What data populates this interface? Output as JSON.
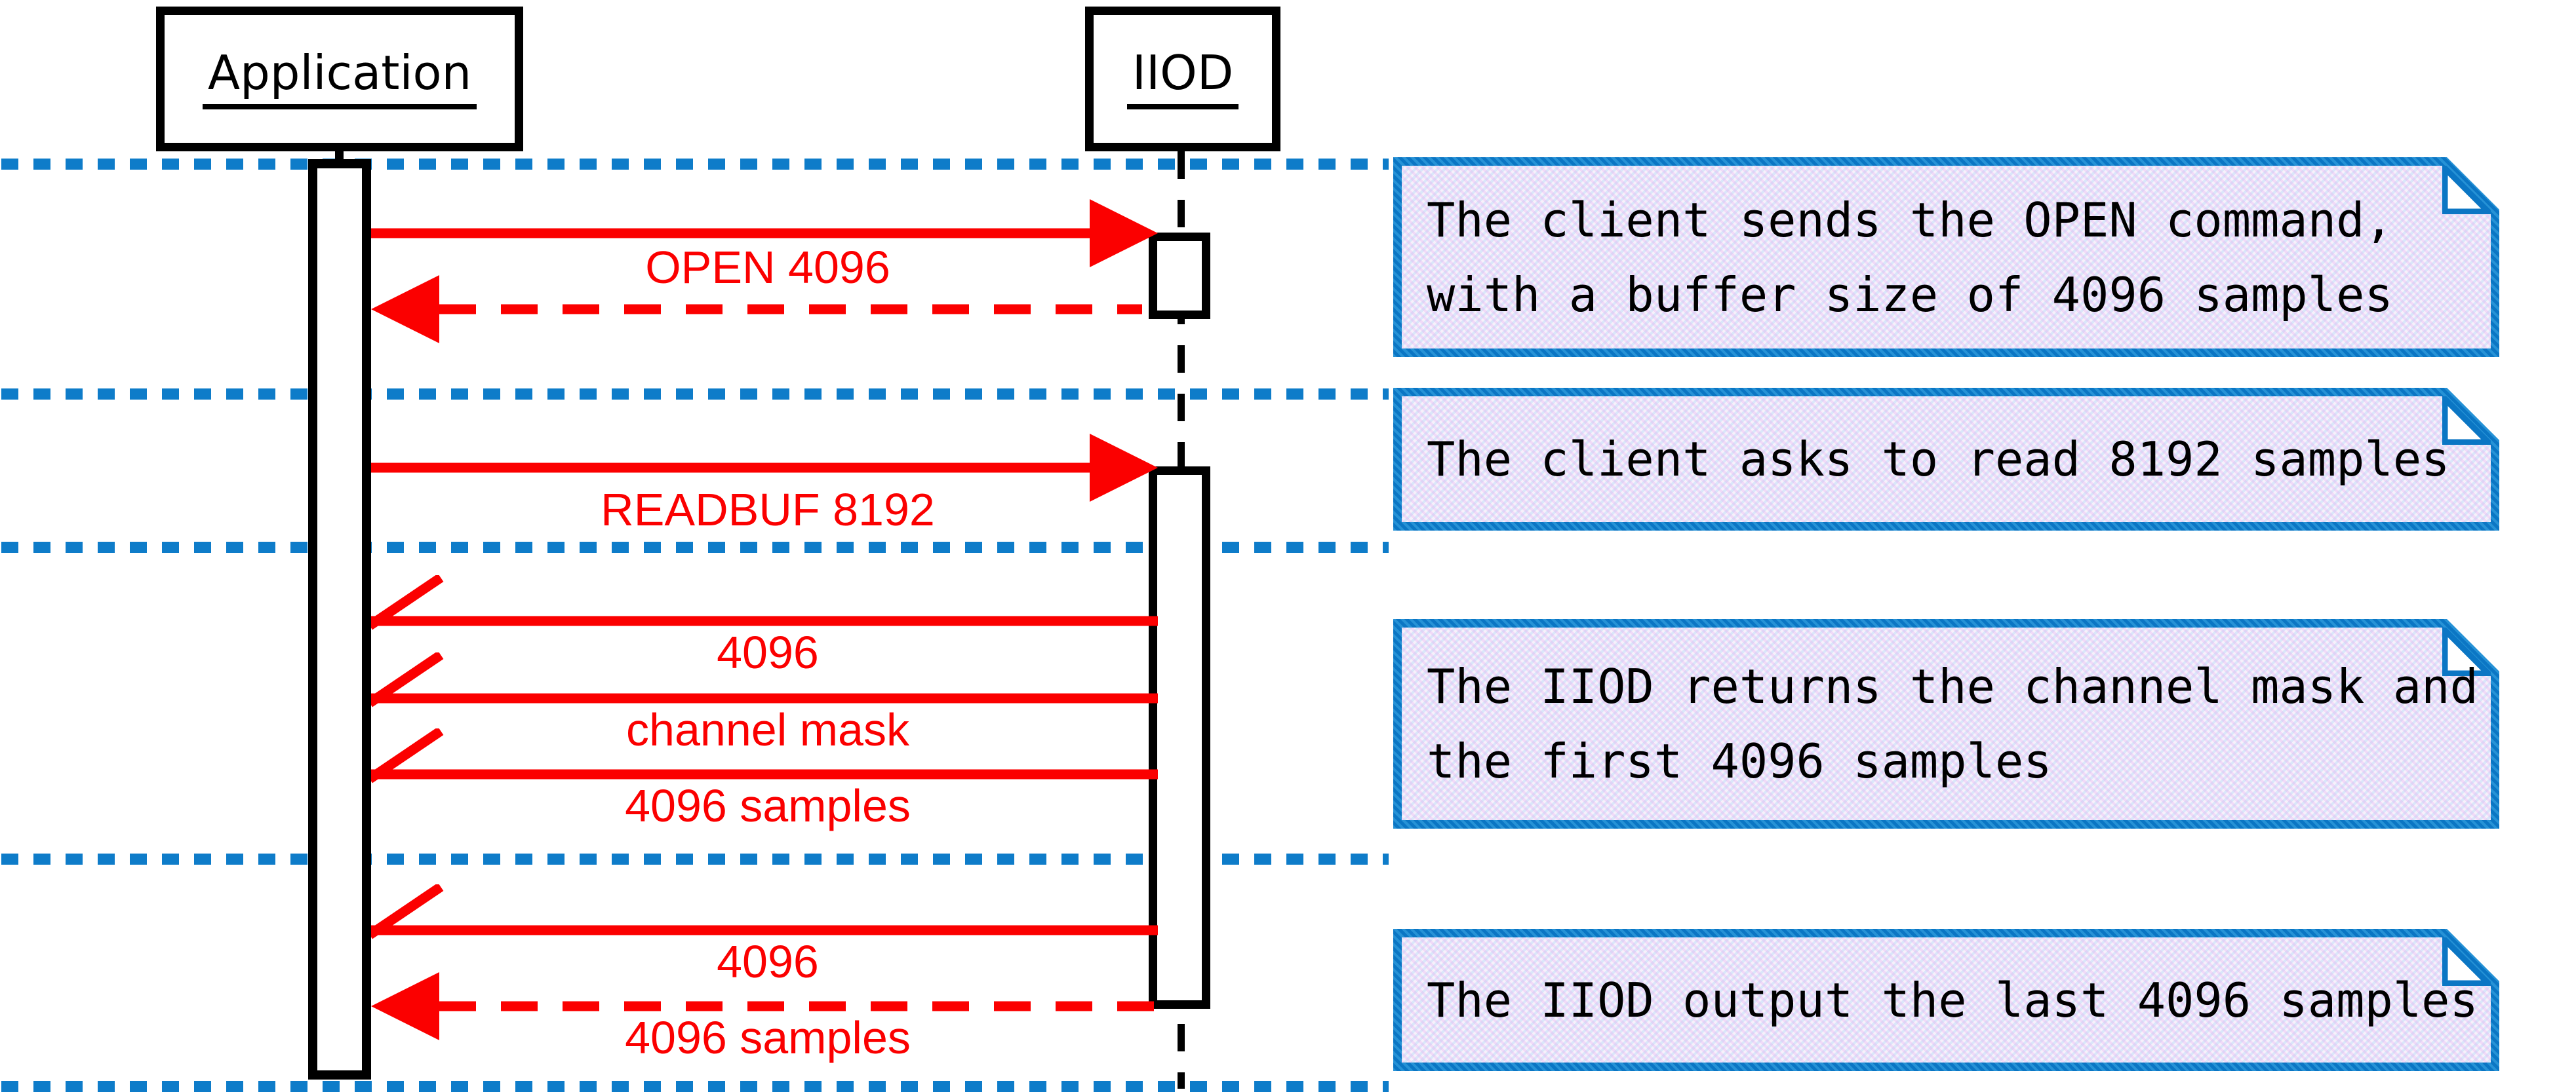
{
  "diagram": {
    "type": "sequence-diagram",
    "participants": [
      {
        "name": "Application"
      },
      {
        "name": "IIOD"
      }
    ],
    "messages": [
      {
        "from": "Application",
        "to": "IIOD",
        "label": "OPEN 4096",
        "line": "solid",
        "head": "filled"
      },
      {
        "from": "IIOD",
        "to": "Application",
        "label": "",
        "line": "dashed",
        "head": "filled"
      },
      {
        "from": "Application",
        "to": "IIOD",
        "label": "READBUF 8192",
        "line": "solid",
        "head": "filled"
      },
      {
        "from": "IIOD",
        "to": "Application",
        "label": "4096",
        "line": "solid",
        "head": "half-open"
      },
      {
        "from": "IIOD",
        "to": "Application",
        "label": "channel mask",
        "line": "solid",
        "head": "half-open"
      },
      {
        "from": "IIOD",
        "to": "Application",
        "label": "4096 samples",
        "line": "solid",
        "head": "half-open"
      },
      {
        "from": "IIOD",
        "to": "Application",
        "label": "4096",
        "line": "solid",
        "head": "half-open"
      },
      {
        "from": "IIOD",
        "to": "Application",
        "label": "4096 samples",
        "line": "dashed",
        "head": "filled"
      }
    ],
    "notes": [
      {
        "text": "The client sends the OPEN command,\nwith a buffer size of 4096 samples"
      },
      {
        "text": "The client asks to read 8192 samples"
      },
      {
        "text": "The IIOD returns the channel mask and\nthe first 4096 samples"
      },
      {
        "text": "The IIOD output the last 4096 samples"
      }
    ],
    "colors": {
      "message_red": "#fb0000",
      "separator_blue": "#0e7cc9",
      "note_border_blue": "#0b76c4",
      "note_fill": "#efe9f8",
      "lifeline_black": "#000000",
      "background": "#ffffff"
    }
  }
}
